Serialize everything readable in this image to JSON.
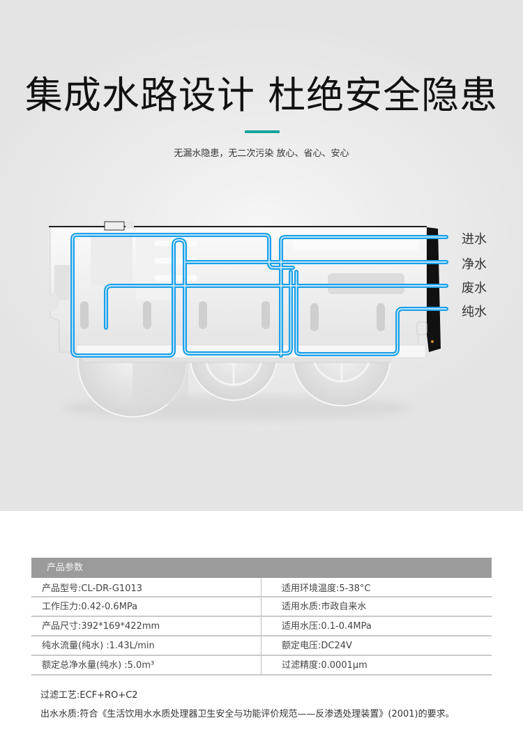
{
  "hero": {
    "headline": "集成水路设计 杜绝安全隐患",
    "subtitle": "无漏水隐患，无二次污染  放心、省心、安心",
    "accent_color": "#14a49a",
    "pipe_color": "#1aa0ea"
  },
  "pipe_labels": [
    {
      "id": "inlet",
      "label": "进水"
    },
    {
      "id": "clean",
      "label": "净水"
    },
    {
      "id": "waste",
      "label": "废水"
    },
    {
      "id": "pure",
      "label": "纯水"
    }
  ],
  "specs": {
    "title": "产品参数",
    "rows": [
      {
        "left": "产品型号:CL-DR-G1013",
        "right": "适用环境温度:5-38°C"
      },
      {
        "left": "工作压力:0.42-0.6MPa",
        "right": "适用水质:市政自来水"
      },
      {
        "left": "产品尺寸:392*169*422mm",
        "right": "适用水压:0.1-0.4MPa"
      },
      {
        "left": "纯水流量(纯水) :1.43L/min",
        "right": "额定电压:DC24V"
      },
      {
        "left": "额定总净水量(纯水) :5.0m³",
        "right": "过滤精度:0.0001μm"
      }
    ]
  },
  "notes": {
    "filter_process": "过滤工艺:ECF+RO+C2",
    "output_quality": "出水水质:符合《生活饮用水水质处理器卫生安全与功能评价规范——反渗透处理装置》(2001)的要求。"
  }
}
